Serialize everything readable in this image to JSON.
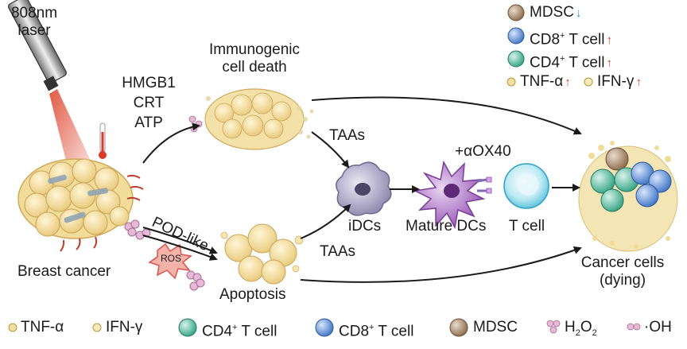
{
  "labels": {
    "laser": "808nm\nlaser",
    "laser_line1": "808nm",
    "laser_line2": "laser",
    "breast_cancer": "Breast cancer",
    "hmgb1": "HMGB1",
    "crt": "CRT",
    "atp": "ATP",
    "icd_line1": "Immunogenic",
    "icd_line2": "cell death",
    "taas_top": "TAAs",
    "taas_bottom": "TAAs",
    "idcs": "iDCs",
    "mature_dcs": "Mature DCs",
    "t_cell": "T cell",
    "aox40": "+αOX40",
    "pod_like": "POD-like",
    "ros": "ROS",
    "apoptosis": "Apoptosis",
    "cancer_cells_line1": "Cancer cells",
    "cancer_cells_line2": "(dying)"
  },
  "top_legend": {
    "mdsc": "MDSC",
    "cd8_prefix": "CD8",
    "cd4_prefix": "CD4",
    "cell_suffix": "T cell",
    "sup_plus": "+",
    "tnf": "TNF-α",
    "ifn": "IFN-γ"
  },
  "bottom_legend": {
    "tnf": "TNF-α",
    "ifn": "IFN-γ",
    "cd4_prefix": "CD4",
    "cd8_prefix": "CD8",
    "sup_plus": "+",
    "cell_suffix": "T cell",
    "mdsc": "MDSC",
    "h2o2_h": "H",
    "h2o2_2a": "2",
    "h2o2_o": "O",
    "h2o2_2b": "2",
    "oh": "·OH"
  },
  "colors": {
    "tumor": "#f2dc9a",
    "tumor_dark": "#d9b65c",
    "laser_beam": "#e0503a",
    "cd8": "#5b8fd6",
    "cd4": "#4fb89a",
    "mdsc": "#a48365",
    "idc": "#a9a4c4",
    "mature_dc": "#b07cc6",
    "tcell": "#7fd3e6",
    "ros": "#e86a6a",
    "arrow": "#1a1a1a"
  }
}
